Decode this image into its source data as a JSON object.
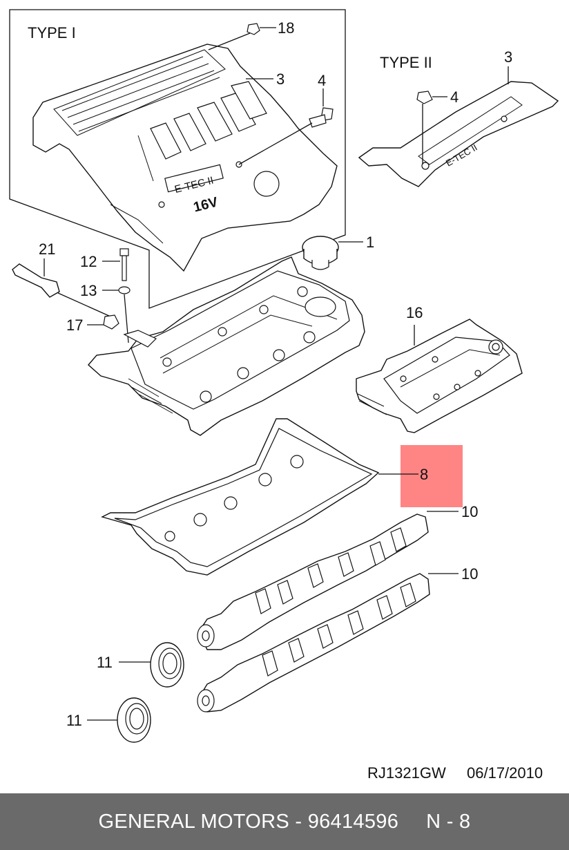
{
  "diagram": {
    "type_labels": {
      "type1": "TYPE I",
      "type2": "TYPE II"
    },
    "engine_badge": {
      "logo": "E-TEC II",
      "text": "16V"
    },
    "callouts": {
      "c18": "18",
      "c3a": "3",
      "c4a": "4",
      "c3b": "3",
      "c4b": "4",
      "c1": "1",
      "c21": "21",
      "c12": "12",
      "c13": "13",
      "c17": "17",
      "c16": "16",
      "c8": "8",
      "c10a": "10",
      "c10b": "10",
      "c11a": "11",
      "c11b": "11"
    },
    "highlight": {
      "part_number": "8",
      "color": "#ff8585"
    },
    "drawing_code": "RJ1321GW",
    "drawing_date": "06/17/2010"
  },
  "footer": {
    "text": "GENERAL MOTORS - 96414596",
    "page": "N - 8",
    "background": "#6a6a6a"
  }
}
